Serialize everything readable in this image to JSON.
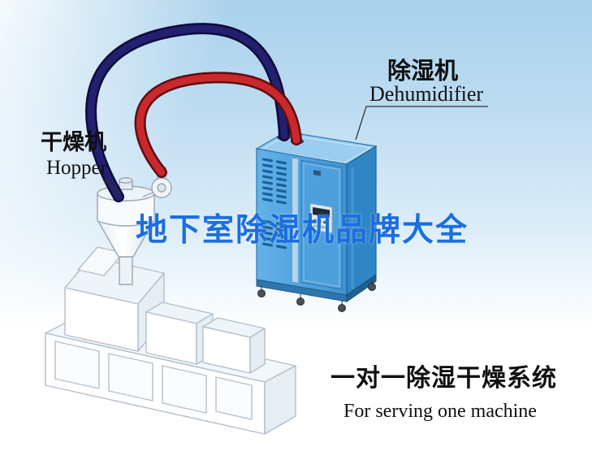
{
  "scene": {
    "title_watermark": "地下室除湿机品牌大全",
    "labels": {
      "hopper_zh": "干燥机",
      "hopper_en": "Hopper",
      "dehumidifier_zh": "除湿机",
      "dehumidifier_en": "Dehumidifier"
    },
    "caption": {
      "line1_zh": "一对一除湿干燥系统",
      "line2_en": "For serving one machine"
    },
    "colors": {
      "watermark_blue": "#1b6ee0",
      "pipe_red": "#c9282c",
      "pipe_navy": "#232070",
      "dehumidifier_blue": "#54a7e3",
      "background_blue": "#b7d9ef"
    }
  }
}
